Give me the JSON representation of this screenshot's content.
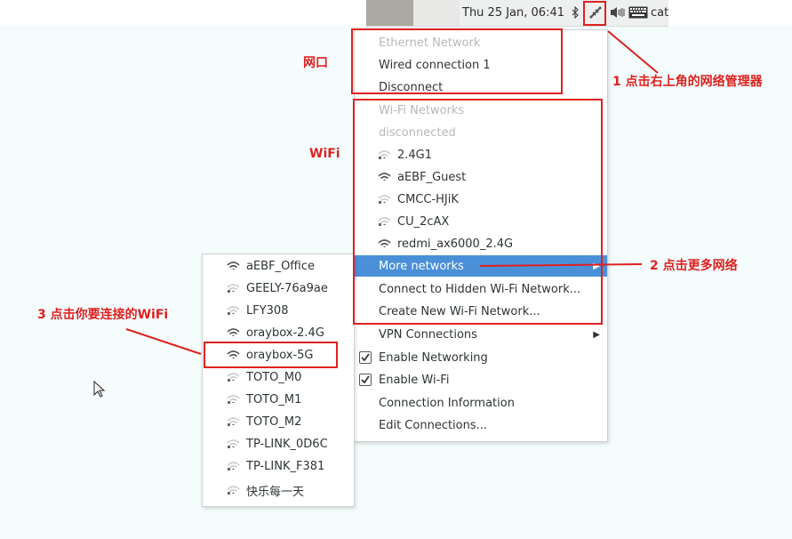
{
  "panel": {
    "clock": "Thu 25 Jan, 06:41",
    "user": "cat",
    "icons": [
      "bluetooth-icon",
      "network-icon",
      "volume-icon",
      "keyboard-icon"
    ]
  },
  "network_menu": {
    "ethernet_header": "Ethernet Network",
    "wired_connection": "Wired connection 1",
    "disconnect": "Disconnect",
    "wifi_header": "Wi-Fi Networks",
    "wifi_status": "disconnected",
    "wifi_networks": [
      "2.4G1",
      "aEBF_Guest",
      "CMCC-HJiK",
      "CU_2cAX",
      "redmi_ax6000_2.4G"
    ],
    "more_networks": "More networks",
    "connect_hidden": "Connect to Hidden Wi-Fi Network...",
    "create_new": "Create New Wi-Fi Network...",
    "vpn_connections": "VPN Connections",
    "enable_networking": "Enable Networking",
    "enable_wifi": "Enable Wi-Fi",
    "connection_info": "Connection Information",
    "edit_connections": "Edit Connections..."
  },
  "more_networks_menu": {
    "items": [
      "aEBF_Office",
      "GEELY-76a9ae",
      "LFY308",
      "oraybox-2.4G",
      "oraybox-5G",
      "TOTO_M0",
      "TOTO_M1",
      "TOTO_M2",
      "TP-LINK_0D6C",
      "TP-LINK_F381",
      "快乐每一天"
    ]
  },
  "annotations": {
    "port_label": "网口",
    "wifi_label": "WiFi",
    "step1": "1 点击右上角的网络管理器",
    "step2": "2 点击更多网络",
    "step3": "3 点击你要连接的WiFi"
  },
  "colors": {
    "annotation": "#e02020",
    "selection": "#4a90d9",
    "desktop": "#f4fcfc"
  }
}
